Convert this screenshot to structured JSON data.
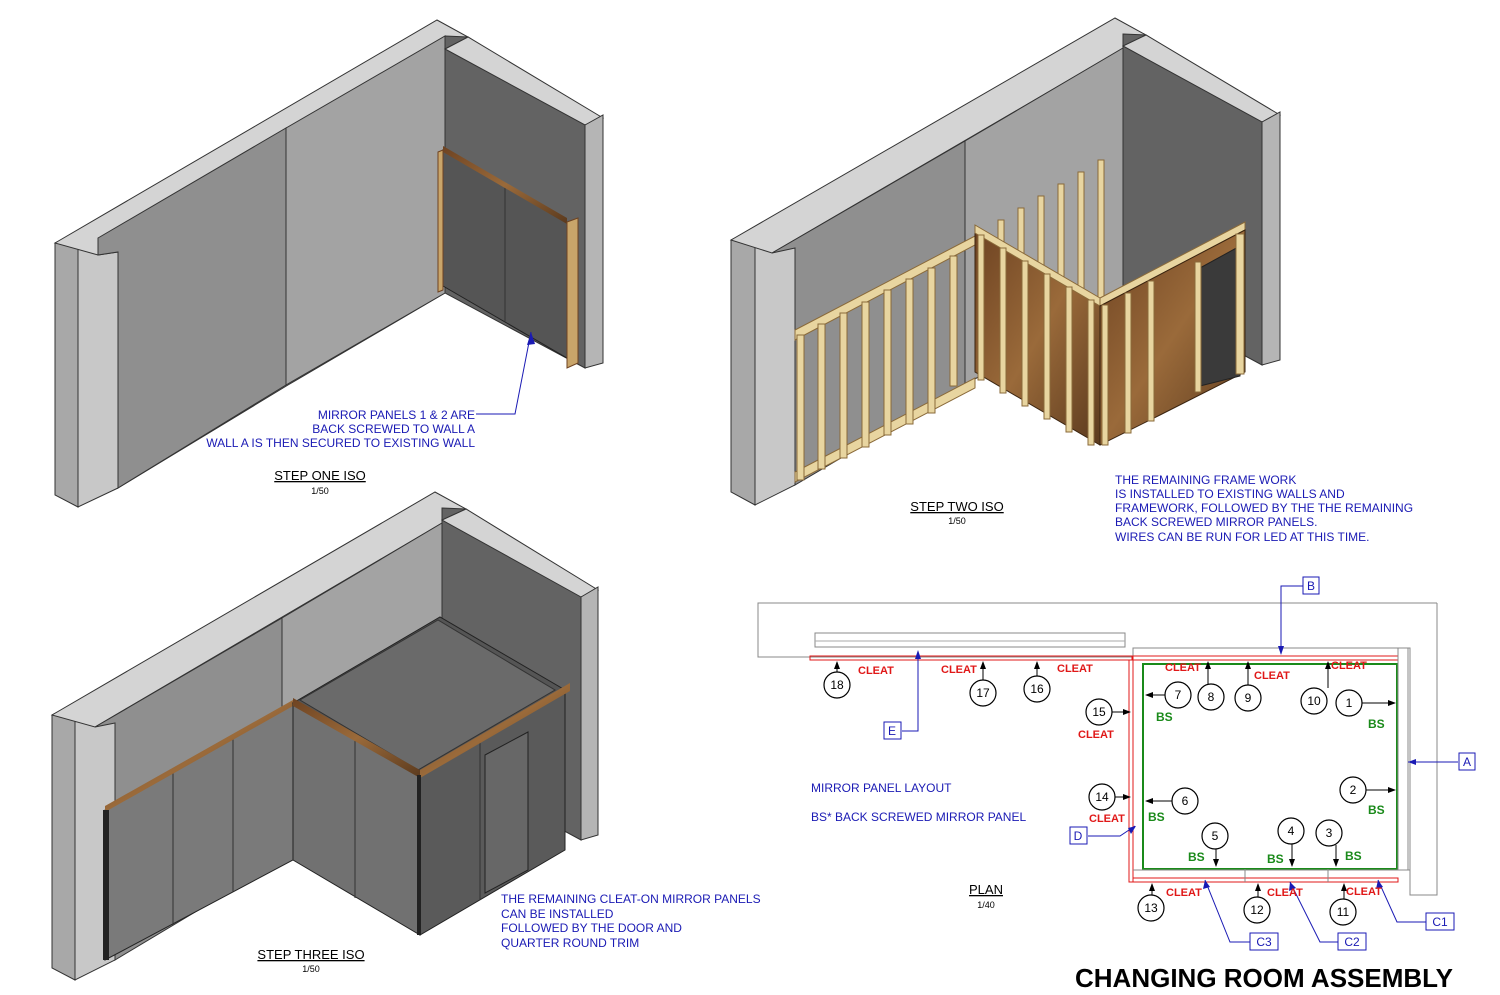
{
  "title": "CHANGING ROOM ASSEMBLY",
  "views": {
    "step_one": {
      "label": "STEP ONE ISO",
      "scale": "1/50",
      "note": [
        "MIRROR PANELS 1 & 2 ARE",
        "BACK SCREWED TO WALL A",
        "WALL A IS THEN SECURED TO EXISTING WALL"
      ]
    },
    "step_two": {
      "label": "STEP TWO ISO",
      "scale": "1/50",
      "note": [
        "THE REMAINING FRAME WORK",
        "IS INSTALLED TO EXISTING WALLS AND",
        "FRAMEWORK, FOLLOWED BY THE THE REMAINING",
        "BACK SCREWED MIRROR PANELS.",
        "WIRES CAN BE RUN FOR LED AT THIS TIME."
      ]
    },
    "step_three": {
      "label": "STEP THREE ISO",
      "scale": "1/50",
      "note": [
        "THE REMAINING CLEAT-ON MIRROR PANELS",
        "CAN BE INSTALLED",
        "FOLLOWED BY THE DOOR AND",
        "QUARTER ROUND TRIM"
      ]
    },
    "plan": {
      "label": "PLAN",
      "scale": "1/40"
    }
  },
  "legend": {
    "line1": "MIRROR PANEL LAYOUT",
    "line2": "BS* BACK SCREWED MIRROR PANEL"
  },
  "tags": {
    "cleat": "CLEAT",
    "bs": "BS"
  },
  "walls": [
    "A",
    "B",
    "C1",
    "C2",
    "C3",
    "D",
    "E"
  ],
  "panels": [
    "1",
    "2",
    "3",
    "4",
    "5",
    "6",
    "7",
    "8",
    "9",
    "10",
    "11",
    "12",
    "13",
    "14",
    "15",
    "16",
    "17",
    "18"
  ],
  "colors": {
    "annotation": "#1a1ab4",
    "cleat": "#e01818",
    "back_screwed": "#1a8a1a",
    "timber": "#8a5a2b"
  }
}
